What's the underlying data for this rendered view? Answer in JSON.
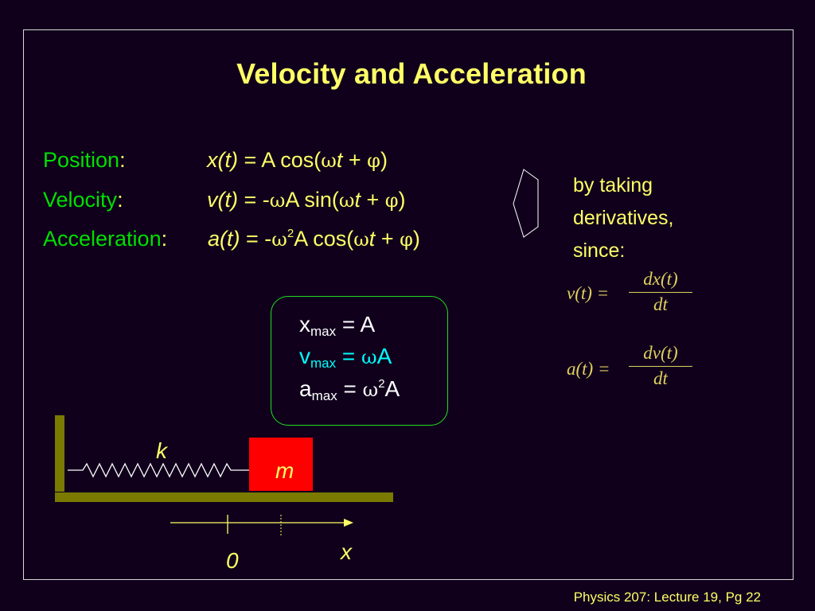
{
  "slide": {
    "title": "Velocity and Acceleration",
    "footer": "Physics 207: Lecture 19, Pg 22"
  },
  "equations": {
    "position": {
      "label": "Position",
      "colon": ":",
      "lhs": "x(t)",
      "eq": " = A cos(",
      "omega": "ω",
      "t": "t",
      "plus": " + ",
      "phi": "φ",
      "close": ")"
    },
    "velocity": {
      "label": "Velocity",
      "colon": ":",
      "lhs": "v(t)",
      "eq": " = -",
      "omega": "ω",
      "amp": "A sin(",
      "omega2": "ω",
      "t": "t",
      "plus": " + ",
      "phi": "φ",
      "close": ")"
    },
    "acceleration": {
      "label": "Acceleration",
      "colon": ":",
      "lhs": "a(t)",
      "eq": " = -",
      "omega": "ω",
      "sup": "2",
      "amp": "A cos(",
      "omega2": "ω",
      "t": "t",
      "plus": " + ",
      "phi": "φ",
      "close": ")"
    }
  },
  "note": {
    "line1": "by taking",
    "line2": "derivatives,",
    "line3": "since:"
  },
  "derivatives": {
    "v": {
      "lhs": "v(t) =",
      "num": "dx(t)",
      "den": "dt"
    },
    "a": {
      "lhs": "a(t) =",
      "num": "dv(t)",
      "den": "dt"
    }
  },
  "maxima": {
    "x": {
      "var": "x",
      "sub": "max",
      "eq": " = A"
    },
    "v": {
      "var": "v",
      "sub": "max",
      "eq": " = ",
      "omega": "ω",
      "tail": "A"
    },
    "a": {
      "var": "a",
      "sub": "max",
      "eq": " = ",
      "omega": "ω",
      "sup": "2",
      "tail": "A"
    }
  },
  "diagram": {
    "spring_label": "k",
    "mass_label": "m",
    "axis_label": "x",
    "origin_label": "0"
  },
  "colors": {
    "background": "#10001c",
    "title": "#ffff66",
    "label_green": "#00e000",
    "velocity_cyan": "#00ffff",
    "mass_red": "#ff0000",
    "wall_olive": "#7a7a00"
  }
}
